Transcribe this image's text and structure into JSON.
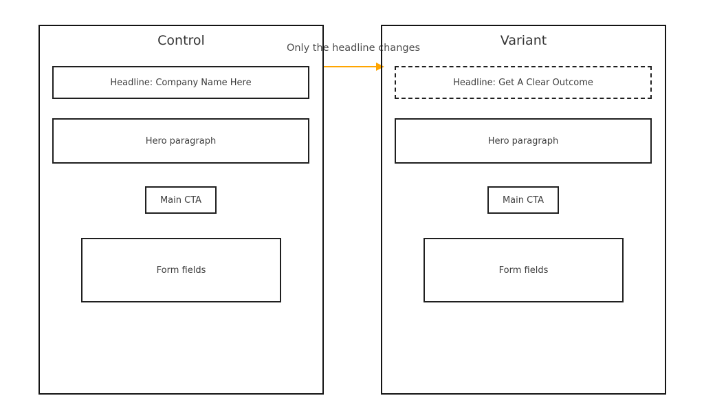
{
  "annotation": {
    "text": "Only the headline changes",
    "arrow_color": "#FFA500",
    "text_color": "#4d4d4d"
  },
  "panels": [
    {
      "title": "Control",
      "boxes": [
        {
          "name": "headline",
          "label": "Headline: Company Name Here",
          "border_style": "solid"
        },
        {
          "name": "hero",
          "label": "Hero paragraph",
          "border_style": "solid"
        },
        {
          "name": "cta",
          "label": "Main CTA",
          "border_style": "solid"
        },
        {
          "name": "form",
          "label": "Form fields",
          "border_style": "solid"
        }
      ]
    },
    {
      "title": "Variant",
      "boxes": [
        {
          "name": "headline",
          "label": "Headline: Get A Clear Outcome",
          "border_style": "dashed"
        },
        {
          "name": "hero",
          "label": "Hero paragraph",
          "border_style": "solid"
        },
        {
          "name": "cta",
          "label": "Main CTA",
          "border_style": "solid"
        },
        {
          "name": "form",
          "label": "Form fields",
          "border_style": "solid"
        }
      ]
    }
  ],
  "colors": {
    "panel_border": "#141414",
    "box_border": "#1f1f1f",
    "title_text": "#333333",
    "box_text": "#3d3d3d",
    "background": "#ffffff"
  }
}
